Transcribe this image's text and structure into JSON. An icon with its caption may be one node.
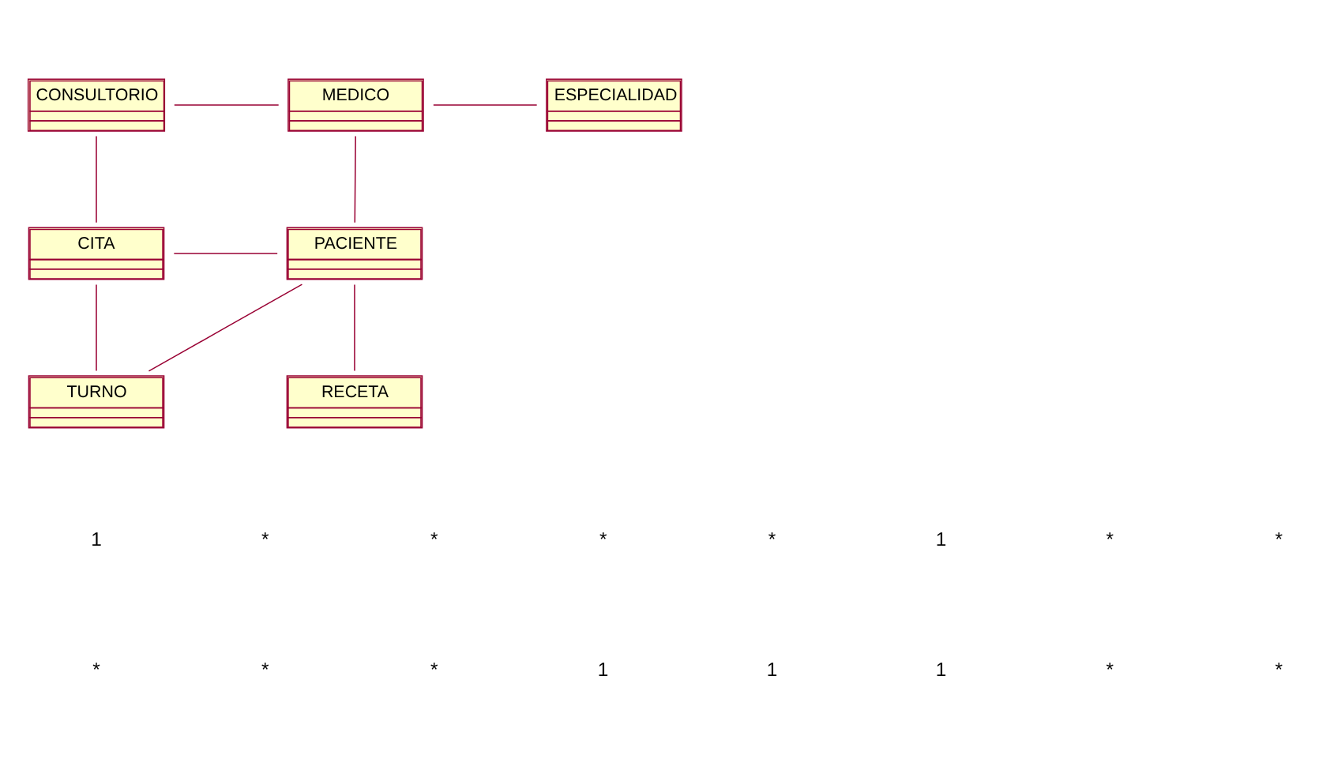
{
  "diagram": {
    "nodes": [
      {
        "text": [
          "CONSULTORIO"
        ]
      },
      {
        "text": [
          "MEDICO"
        ]
      },
      {
        "text": [
          "ESPECIALIDAD"
        ]
      },
      {
        "text": [
          "CITA"
        ]
      },
      {
        "text": [
          "PACIENTE"
        ]
      },
      {
        "text": [
          "TURNO"
        ]
      },
      {
        "text": [
          "RECETA"
        ]
      }
    ],
    "edges": [
      {
        "from": 0,
        "to": 1,
        "arrow": "none"
      },
      {
        "from": 1,
        "to": 2,
        "arrow": "none"
      },
      {
        "from": 0,
        "to": 3,
        "arrow": "none"
      },
      {
        "from": 1,
        "to": 4,
        "arrow": "none"
      },
      {
        "from": 3,
        "to": 4,
        "arrow": "none"
      },
      {
        "from": 3,
        "to": 5,
        "arrow": "none"
      },
      {
        "from": 4,
        "to": 5,
        "arrow": "none"
      },
      {
        "from": 4,
        "to": 6,
        "arrow": "none"
      }
    ],
    "labels": [
      "1",
      "*",
      "*",
      "*",
      "*",
      "1",
      "*",
      "*",
      "*",
      "*",
      "*",
      "1",
      "1",
      "1",
      "*",
      "*"
    ]
  }
}
